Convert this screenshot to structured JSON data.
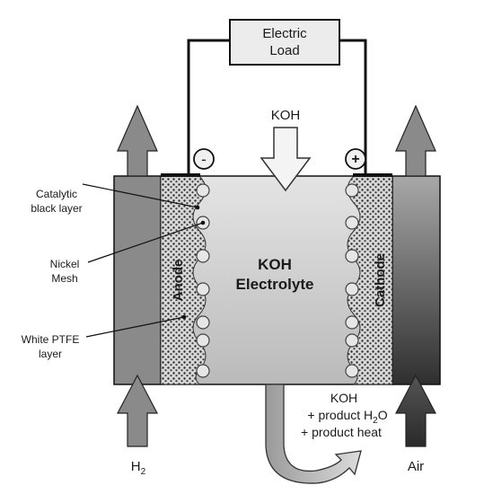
{
  "load": {
    "line1": "Electric",
    "line2": "Load"
  },
  "terminals": {
    "negative": "-",
    "positive": "+"
  },
  "koh_inlet": "KOH",
  "electrolyte": {
    "line1": "KOH",
    "line2": "Electrolyte"
  },
  "electrodes": {
    "anode": "Anode",
    "cathode": "Cathode"
  },
  "callouts": {
    "catalytic_1": "Catalytic",
    "catalytic_2": "black layer",
    "nickel_1": "Nickel",
    "nickel_2": "Mesh",
    "ptfe_1": "White PTFE",
    "ptfe_2": "layer"
  },
  "outlet": {
    "line1": "KOH",
    "line2_prefix": "+ product  H",
    "line2_sub": "2",
    "line2_suffix": "O",
    "line3": "+ product heat"
  },
  "inputs": {
    "h2_letter": "H",
    "h2_sub": "2",
    "air": "Air"
  },
  "colors": {
    "frame": "#111111",
    "left_chamber": "#8a8a8a",
    "arrow_light": "#8c8c8c",
    "cathode_top": "#a8a8a8",
    "cathode_bottom": "#2f2f2f",
    "electrolyte_top": "#e2e2e2",
    "electrolyte_bottom": "#bdbdbd",
    "air_arrow": "#3a3a3a"
  }
}
